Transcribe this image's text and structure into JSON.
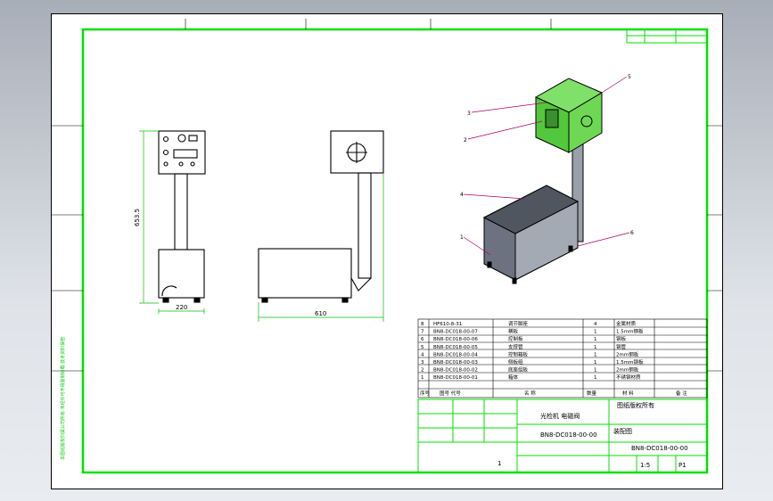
{
  "drawing": {
    "dims": {
      "height": "653.5",
      "width": "220",
      "length": "610"
    },
    "balloons": [
      "1",
      "2",
      "3",
      "4",
      "5",
      "6"
    ],
    "bom": {
      "rows": [
        {
          "no": "8",
          "code": "HF610-8-31",
          "name": "调节脚座",
          "qty": "4",
          "material": "金属材质"
        },
        {
          "no": "7",
          "code": "BN8-DC018-00-07",
          "name": "横板",
          "qty": "1",
          "material": "1.5mm钢板"
        },
        {
          "no": "6",
          "code": "BN8-DC018-00-06",
          "name": "控制板",
          "qty": "1",
          "material": "钢板"
        },
        {
          "no": "5",
          "code": "BN8-DC018-00-05",
          "name": "支撑管",
          "qty": "1",
          "material": "钢管"
        },
        {
          "no": "4",
          "code": "BN8-DC018-00-04",
          "name": "控制箱板",
          "qty": "1",
          "material": "2mm钢板"
        },
        {
          "no": "3",
          "code": "BN8-DC018-00-03",
          "name": "侧板组",
          "qty": "1",
          "material": "1.5mm钢板"
        },
        {
          "no": "2",
          "code": "BN8-DC018-00-02",
          "name": "底座组板",
          "qty": "1",
          "material": "2mm钢板"
        },
        {
          "no": "1",
          "code": "BN8-DC018-00-01",
          "name": "箱体",
          "qty": "1",
          "material": "不锈钢材质"
        }
      ],
      "header": {
        "no": "序号",
        "code": "图号 代号",
        "name": "名 称",
        "qty": "数量",
        "material": "材 料",
        "remark": "备 注"
      }
    },
    "title_block": {
      "project": "光检机 电磁阀",
      "part_name": "装配图",
      "drawing_no": "BN8-DC018-00-00",
      "drawing_no_2": "BN8-DC018-00-00",
      "scale": "1:5",
      "sheet": "1",
      "page": "P1",
      "company": "图纸版权所有"
    },
    "side_text": "本图纸版权归属公司所有 未经许可不得复制转载 技术资料保密"
  }
}
